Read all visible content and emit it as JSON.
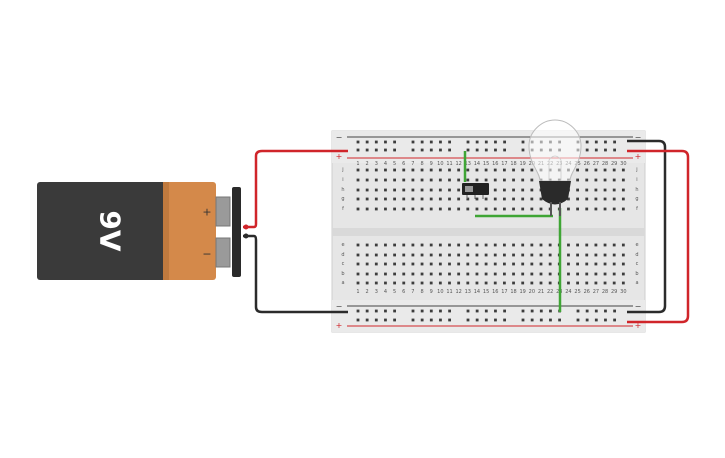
{
  "battery": {
    "label": "9V",
    "positive_symbol": "+",
    "negative_symbol": "−",
    "body_color": "#3a3a3a",
    "cap_color": "#d4894a"
  },
  "breadboard": {
    "columns": 30,
    "top_rows": [
      "j",
      "i",
      "h",
      "g",
      "f"
    ],
    "bottom_rows": [
      "e",
      "d",
      "c",
      "b",
      "a"
    ],
    "rail_plus": "+",
    "rail_minus": "−",
    "column_numbers": [
      "1",
      "2",
      "3",
      "4",
      "5",
      "6",
      "7",
      "8",
      "9",
      "10",
      "11",
      "12",
      "13",
      "14",
      "15",
      "16",
      "17",
      "18",
      "19",
      "20",
      "21",
      "22",
      "23",
      "24",
      "25",
      "26",
      "27",
      "28",
      "29",
      "30"
    ],
    "body_color": "#e6e6e6"
  },
  "components": {
    "switch": "slide-switch",
    "bulb": "light-bulb"
  },
  "wires": {
    "red": "#d0252a",
    "black": "#2b2b2b",
    "green": "#3fa535"
  }
}
